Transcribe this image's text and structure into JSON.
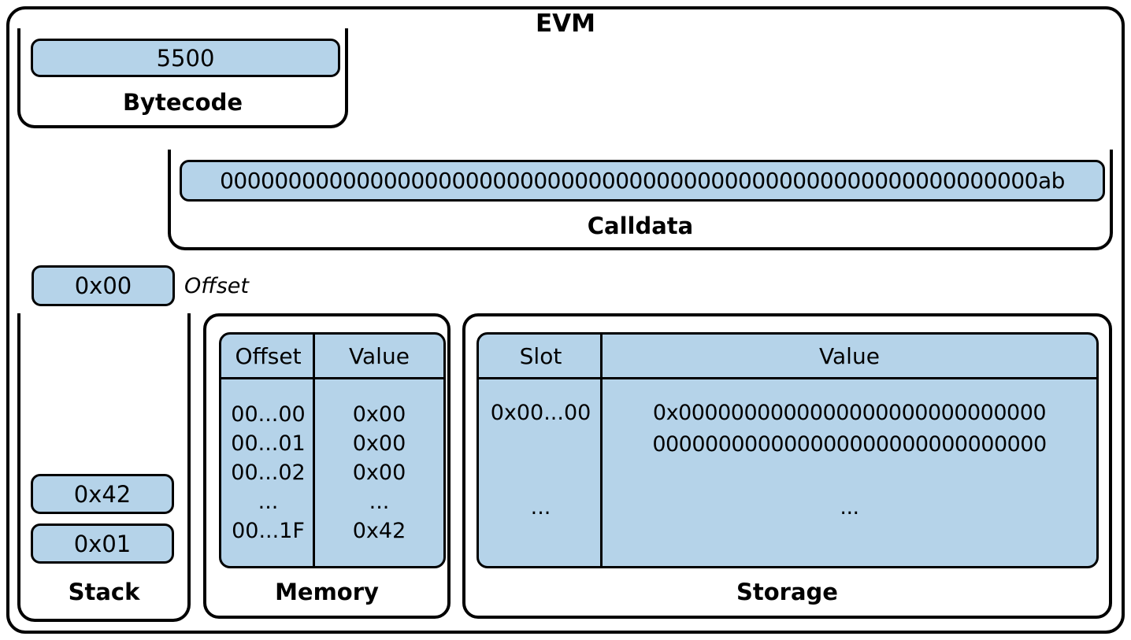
{
  "title": "EVM",
  "colors": {
    "fill_blue": "#b5d3e9",
    "border": "#000000",
    "background": "#ffffff"
  },
  "bytecode": {
    "label": "Bytecode",
    "value": "5500"
  },
  "calldata": {
    "label": "Calldata",
    "value": "000000000000000000000000000000000000000000000000000000000000ab"
  },
  "offset_pointer": {
    "value": "0x00",
    "label": "Offset"
  },
  "stack": {
    "label": "Stack",
    "items": [
      "0x42",
      "0x01"
    ]
  },
  "memory": {
    "label": "Memory",
    "columns": [
      "Offset",
      "Value"
    ],
    "rows": [
      [
        "00...00",
        "0x00"
      ],
      [
        "00...01",
        "0x00"
      ],
      [
        "00...02",
        "0x00"
      ],
      [
        "...",
        "..."
      ],
      [
        "00...1F",
        "0x42"
      ]
    ]
  },
  "storage": {
    "label": "Storage",
    "columns": [
      "Slot",
      "Value"
    ],
    "rows": [
      {
        "slot": "0x00...00",
        "value_line1": "0x0000000000000000000000000000",
        "value_line2": "000000000000000000000000000000"
      },
      {
        "slot": "...",
        "value_line1": "...",
        "value_line2": ""
      }
    ]
  }
}
